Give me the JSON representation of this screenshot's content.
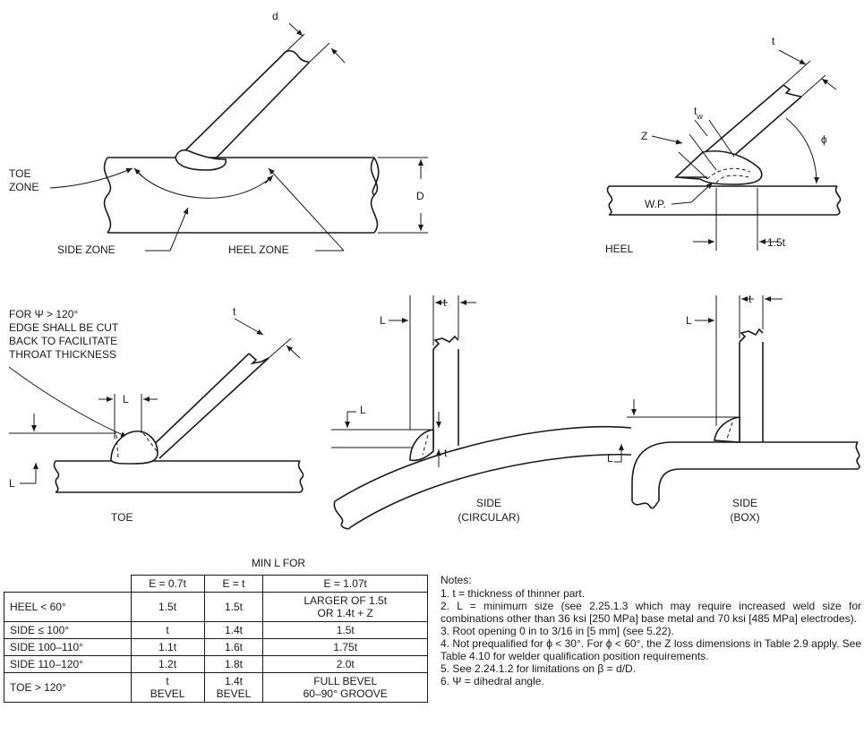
{
  "labels": {
    "d": "d",
    "toe_zone_1": "TOE",
    "toe_zone_2": "ZONE",
    "D": "D",
    "side_zone": "SIDE ZONE",
    "heel_zone": "HEEL ZONE",
    "t_heel": "t",
    "tw_main": "t",
    "tw_sub": "w",
    "Z": "Z",
    "phi": "ϕ",
    "wp": "W.P.",
    "heel": "HEEL",
    "dim_15t": "1.5t",
    "toe_note_1": "FOR Ψ > 120°",
    "toe_note_2": "EDGE SHALL BE CUT",
    "toe_note_3": "BACK TO FACILITATE",
    "toe_note_4": "THROAT THICKNESS",
    "t_toe": "t",
    "L_toe_top": "L",
    "L_toe_side": "L",
    "toe": "TOE",
    "L_circ_top": "L",
    "t_circ": "t",
    "L_circ_side": "L",
    "t_circ_side": "t",
    "side_circ_1": "SIDE",
    "side_circ_2": "(CIRCULAR)",
    "L_box_top": "L",
    "t_box": "t",
    "L_box_side": "L",
    "side_box_1": "SIDE",
    "side_box_2": "(BOX)"
  },
  "table": {
    "caption": "MIN L FOR",
    "headers": [
      "E = 0.7t",
      "E = t",
      "E = 1.07t"
    ],
    "rows": [
      {
        "label": "HEEL < 60°",
        "c1": "1.5t",
        "c2": "1.5t",
        "c3a": "LARGER OF 1.5t",
        "c3b": "OR 1.4t + Z"
      },
      {
        "label": "SIDE ≤ 100°",
        "c1": "t",
        "c2": "1.4t",
        "c3a": "1.5t",
        "c3b": ""
      },
      {
        "label": "SIDE 100–110°",
        "c1": "1.1t",
        "c2": "1.6t",
        "c3a": "1.75t",
        "c3b": ""
      },
      {
        "label": "SIDE 110–120°",
        "c1": "1.2t",
        "c2": "1.8t",
        "c3a": "2.0t",
        "c3b": ""
      },
      {
        "label": "TOE > 120°",
        "c1a": "t",
        "c1b": "BEVEL",
        "c2a": "1.4t",
        "c2b": "BEVEL",
        "c3a": "FULL BEVEL",
        "c3b": "60–90° GROOVE"
      }
    ]
  },
  "notes": {
    "title": "Notes:",
    "items": [
      "1. t = thickness of thinner part.",
      "2. L = minimum size (see 2.25.1.3 which may require increased weld size for combinations other than 36 ksi [250 MPa] base metal and 70 ksi [485 MPa] electrodes).",
      "3. Root opening 0 in to 3/16 in [5 mm] (see 5.22).",
      "4. Not prequalified for ϕ < 30°. For ϕ < 60°, the Z loss dimensions in Table 2.9 apply. See Table 4.10 for welder qualification position requirements.",
      "5. See 2.24.1.2 for limitations on β = d/D.",
      "6. Ψ = dihedral angle."
    ]
  }
}
